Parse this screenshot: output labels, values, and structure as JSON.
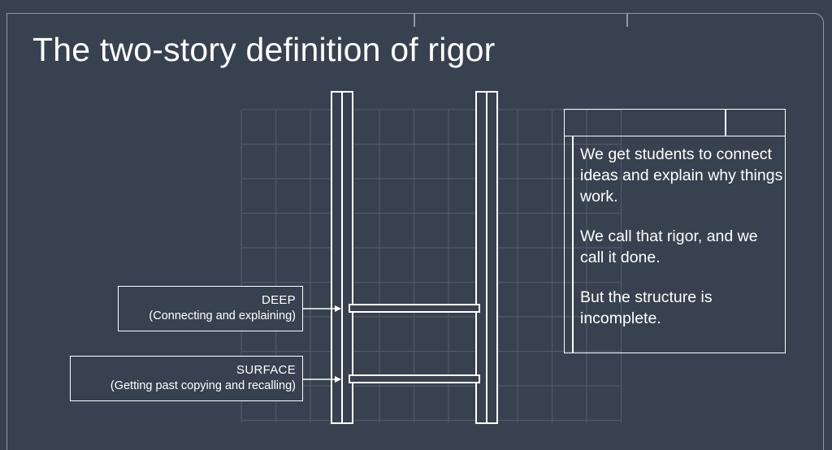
{
  "title": "The two-story definition of rigor",
  "levels": [
    {
      "name": "DEEP",
      "description": "(Connecting and explaining)"
    },
    {
      "name": "SURFACE",
      "description": "(Getting past copying and recalling)"
    }
  ],
  "note": {
    "paragraphs": [
      "We get students to connect ideas and explain why things work.",
      "We call that rigor, and we call it done.",
      "But the structure is incomplete."
    ]
  },
  "colors": {
    "background": "#37414f",
    "line": "#ffffff",
    "grid": "#4f5968",
    "frame": "#8f99a6"
  }
}
